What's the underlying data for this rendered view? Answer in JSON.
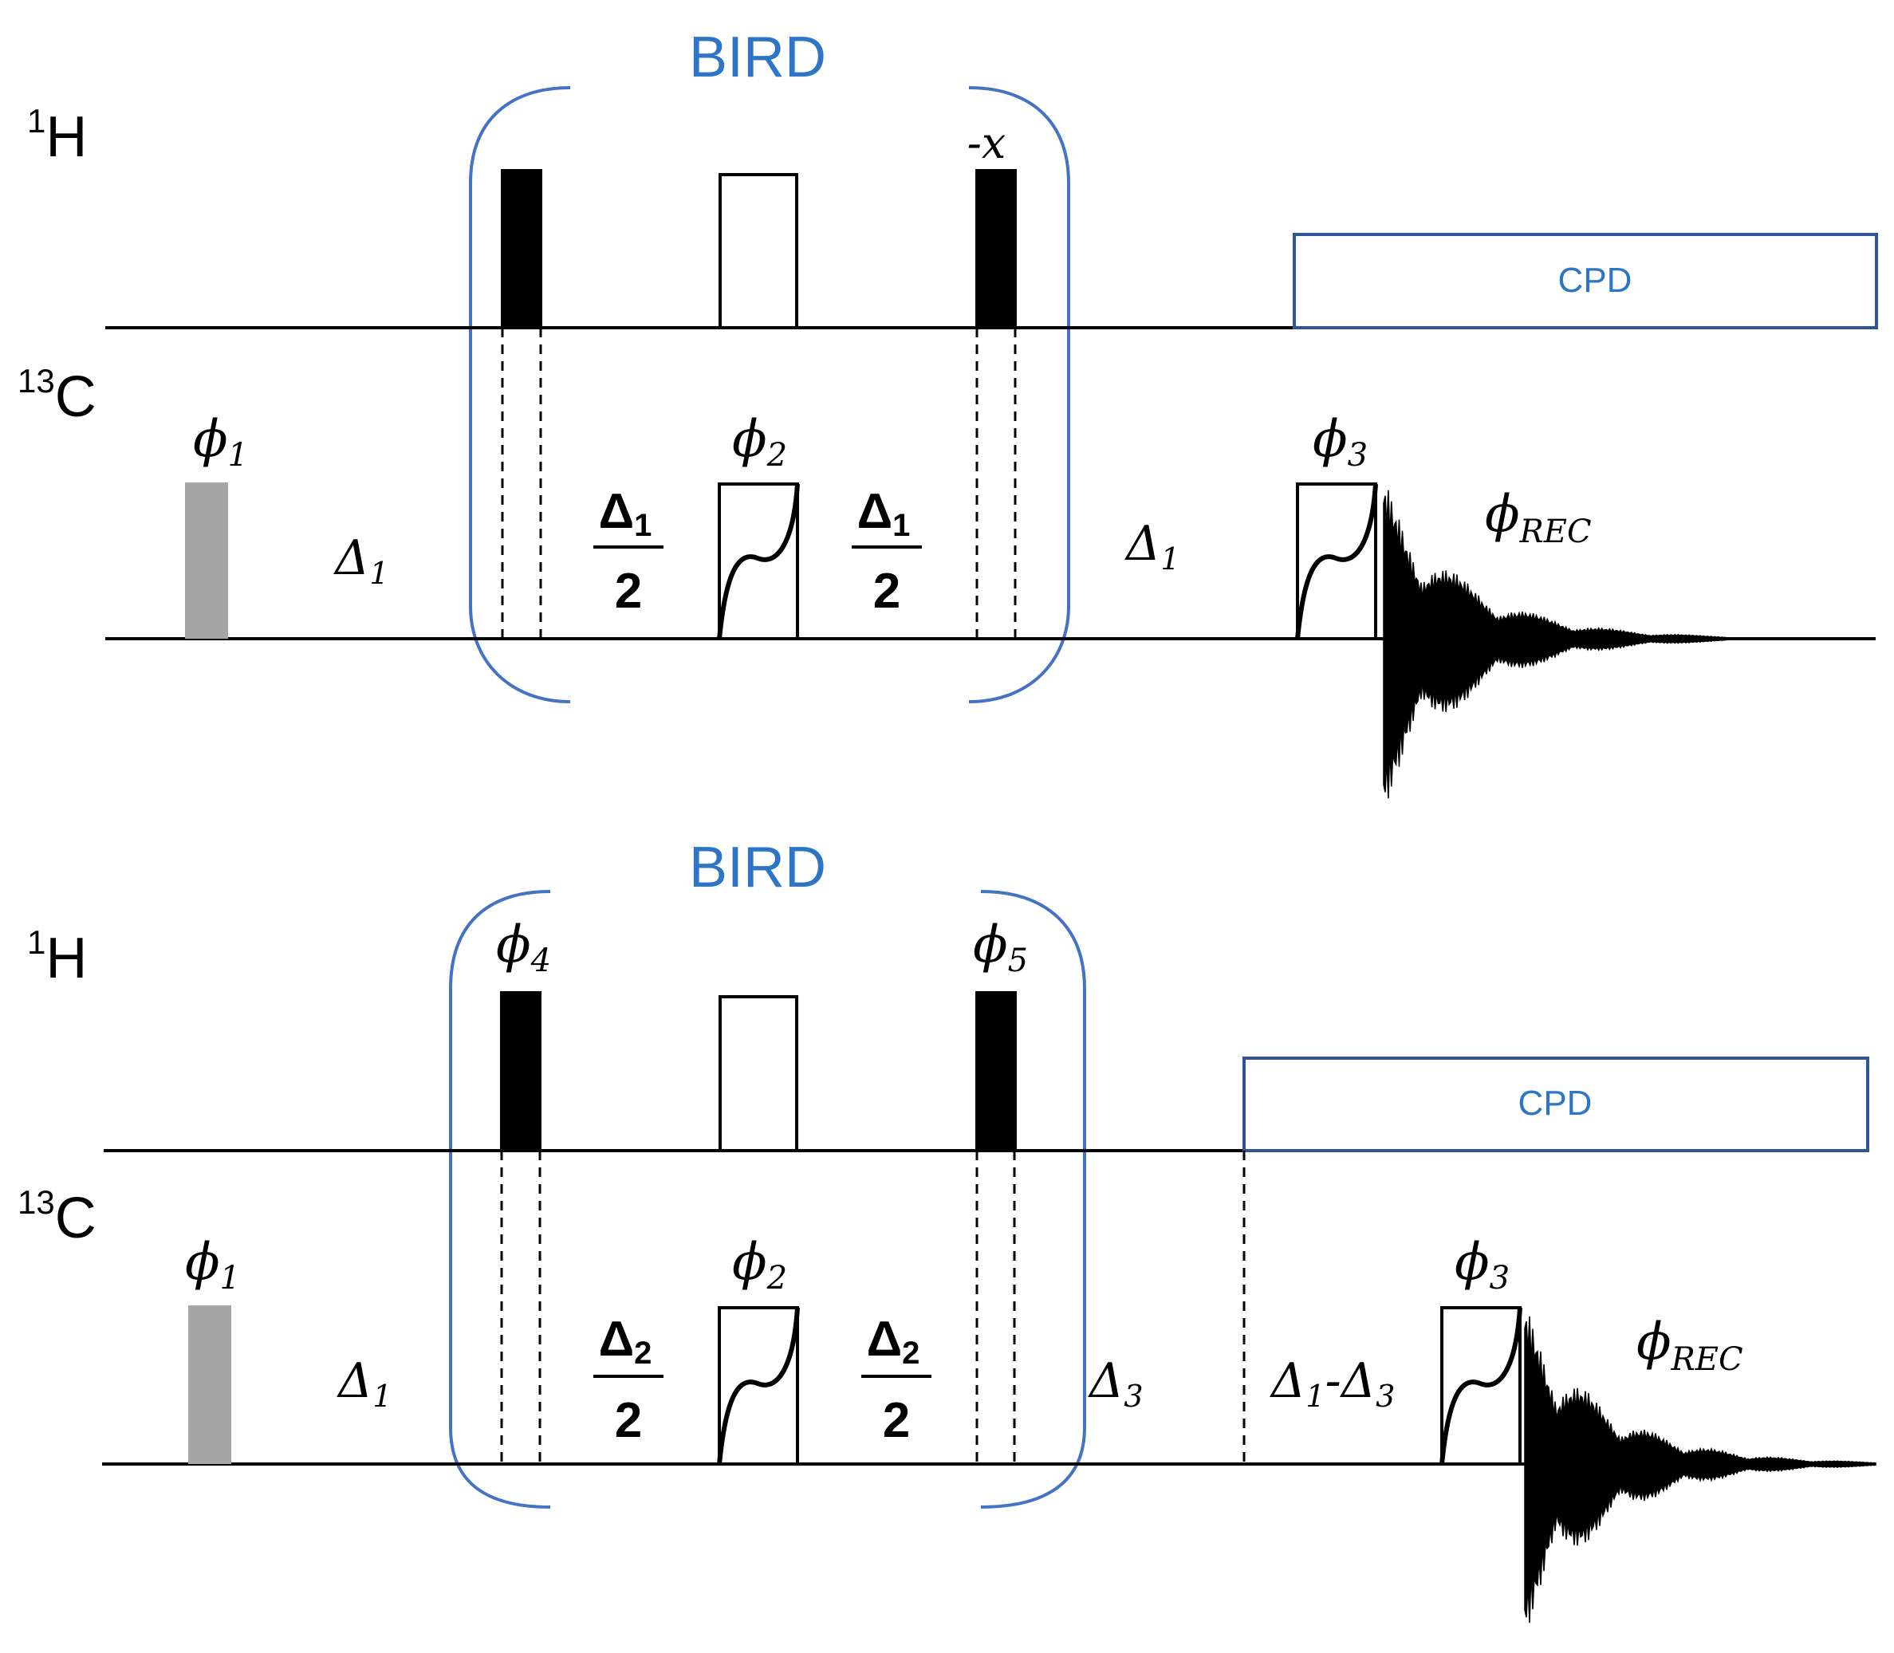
{
  "panels": [
    {
      "bird_label": "BIRD",
      "h_nucleus": {
        "mass": "1",
        "symbol": "H"
      },
      "c_nucleus": {
        "mass": "13",
        "symbol": "C"
      },
      "cpd_label": "CPD",
      "phase_first_h": "",
      "phase_last_h": "-x",
      "phi1": {
        "base": "ϕ",
        "sub": "1"
      },
      "phi2": {
        "base": "ϕ",
        "sub": "2"
      },
      "phi3": {
        "base": "ϕ",
        "sub": "3"
      },
      "phirec": {
        "base": "ϕ",
        "sub": "REC"
      },
      "delay_left": {
        "base": "Δ",
        "sub": "1"
      },
      "frac_left": {
        "num": "Δ",
        "num_sub": "1",
        "den": "2"
      },
      "frac_right": {
        "num": "Δ",
        "num_sub": "1",
        "den": "2"
      },
      "delay_right": {
        "base": "Δ",
        "sub": "1"
      }
    },
    {
      "bird_label": "BIRD",
      "h_nucleus": {
        "mass": "1",
        "symbol": "H"
      },
      "c_nucleus": {
        "mass": "13",
        "symbol": "C"
      },
      "cpd_label": "CPD",
      "phi4": {
        "base": "ϕ",
        "sub": "4"
      },
      "phi5": {
        "base": "ϕ",
        "sub": "5"
      },
      "phi1": {
        "base": "ϕ",
        "sub": "1"
      },
      "phi2": {
        "base": "ϕ",
        "sub": "2"
      },
      "phi3": {
        "base": "ϕ",
        "sub": "3"
      },
      "phirec": {
        "base": "ϕ",
        "sub": "REC"
      },
      "delay_left": {
        "base": "Δ",
        "sub": "1"
      },
      "frac_left": {
        "num": "Δ",
        "num_sub": "2",
        "den": "2"
      },
      "frac_right": {
        "num": "Δ",
        "num_sub": "2",
        "den": "2"
      },
      "delay3": {
        "base": "Δ",
        "sub": "3"
      },
      "delay_diff": {
        "a": "Δ",
        "a_sub": "1",
        "sep": "-",
        "b": "Δ",
        "b_sub": "3"
      }
    }
  ],
  "colors": {
    "bird_bracket": "#4472c4",
    "bird_text": "#2e75c6",
    "cpd_box": "#2f5597",
    "cpd_text": "#2e75c6",
    "pulse_90": "#000000",
    "pulse_gray": "#a6a6a6",
    "line": "#000000"
  }
}
